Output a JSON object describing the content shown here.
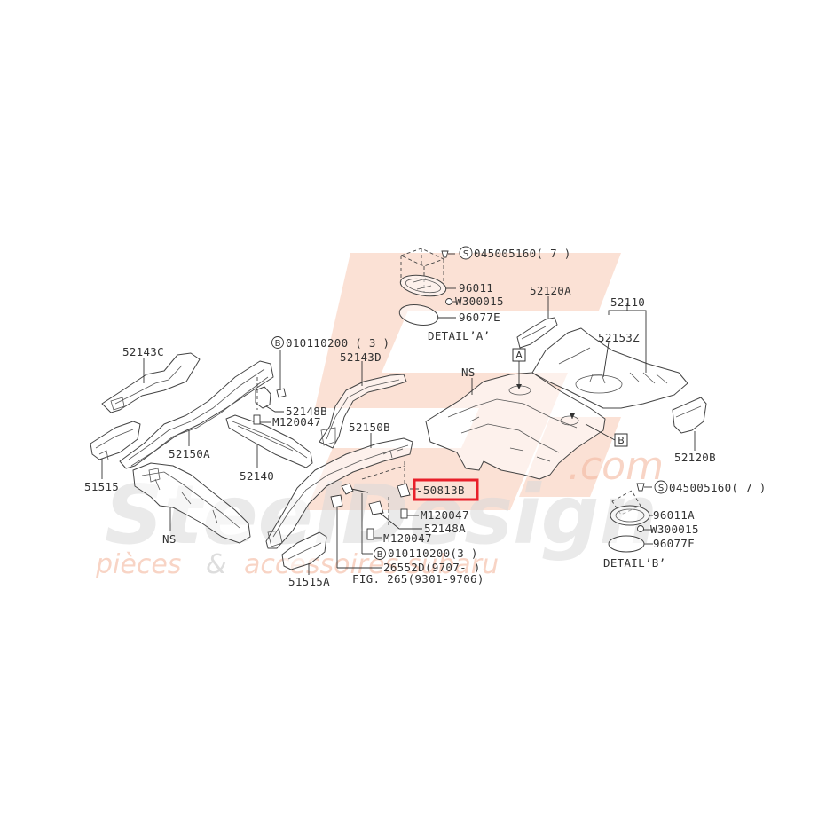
{
  "diagram": {
    "title": "Rear floor panel & frame parts diagram",
    "highlight_color": "#e8202a",
    "watermark": {
      "brand": "SteelDesign",
      "domain": ".com",
      "tagline_left": "pièces",
      "tagline_amp": "&",
      "tagline_right": "accessoires subaru"
    },
    "labels": {
      "p52143C": "52143C",
      "p52150A": "52150A",
      "p51515": "51515",
      "pNS_left": "NS",
      "p52140": "52140",
      "p52148B": "52148B",
      "pM120047_a": "M120047",
      "bolt_B_top": "010110200 ( 3 )",
      "p52143D": "52143D",
      "p52150B": "52150B",
      "p50813B": "-50813B",
      "pM120047_b": "M120047",
      "p52148A": "52148A",
      "pM120047_c": "M120047",
      "bolt_B_bottom": "010110200(3 )",
      "p26552D": "26552D(9707-    )",
      "fig_ref": "FIG. 265(9301-9706)",
      "p51515A": "51515A",
      "screw_S_A": "045005160( 7 )",
      "p96011": "96011",
      "pW300015_A": "W300015",
      "p96077E": "96077E",
      "detail_A": "DETAIL’A’",
      "p52120A": "52120A",
      "p52110": "52110",
      "p52153Z": "52153Z",
      "pNS_floor": "NS",
      "ref_A": "A",
      "ref_B": "B",
      "p52120B": "52120B",
      "screw_S_B": "045005160( 7 )",
      "p96011A": "96011A",
      "pW300015_B": "W300015",
      "p96077F": "96077F",
      "detail_B": "DETAIL’B’"
    },
    "symbols": {
      "circle_B": "B",
      "circle_S": "S"
    },
    "highlighted_part": "50813B"
  }
}
